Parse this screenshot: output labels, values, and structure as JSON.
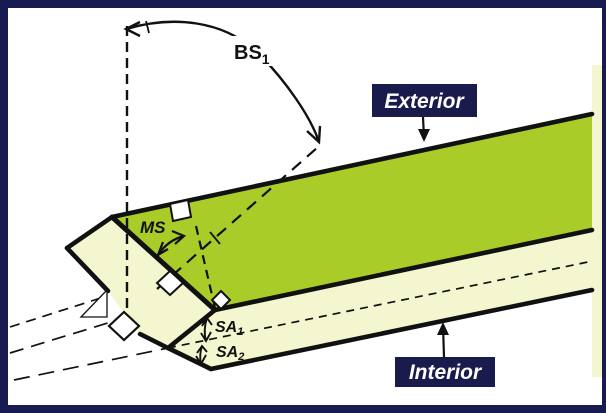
{
  "colors": {
    "frame": "#171b52",
    "label_box": "#191b4d",
    "label_text": "#ffffff",
    "green": "#a9cc28",
    "cream": "#f3f6ce",
    "ink": "#111111",
    "bg": "#ffffff"
  },
  "labels": {
    "bevel_setting": {
      "base": "BS",
      "sub": "1"
    },
    "miter_setting": "MS",
    "spring_angle_1": {
      "base": "SA",
      "sub": "1"
    },
    "spring_angle_2": {
      "base": "SA",
      "sub": "2"
    },
    "exterior": "Exterior",
    "interior": "Interior"
  },
  "icons": {
    "bevel_arc": "double-headed curved arrow from vertical reference to miter line",
    "miter_arrow": "double-headed arc between cut edge and dashed miter line",
    "spring_arrows": "small double-headed arrows for SA1 and SA2",
    "right_angle_markers": "three small white squares marking right angles"
  }
}
